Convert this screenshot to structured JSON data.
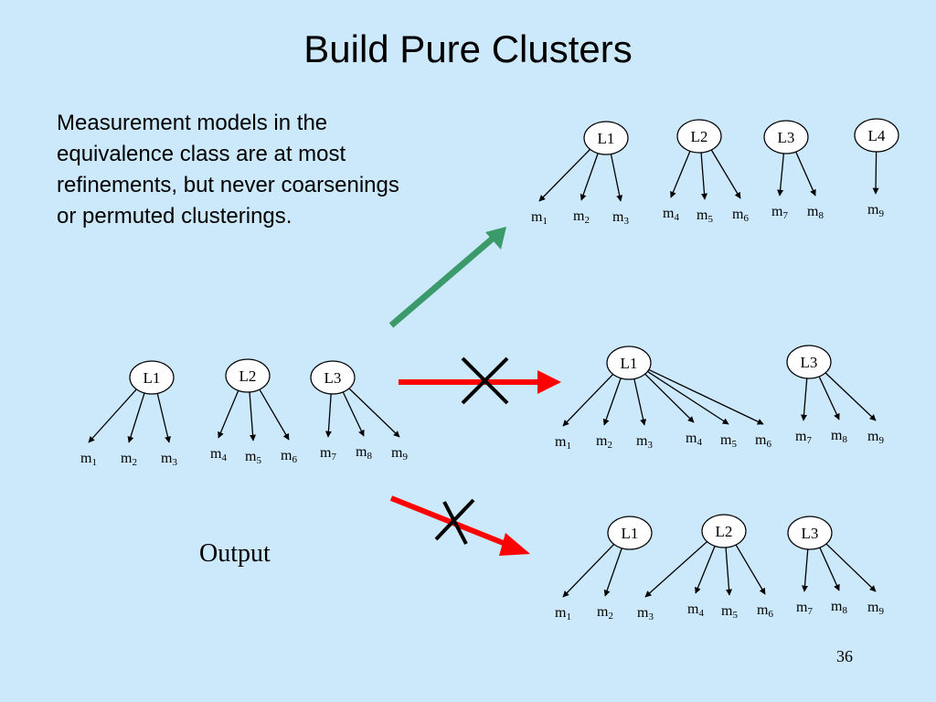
{
  "slide": {
    "title": "Build Pure Clusters",
    "body_text": "Measurement models in the equivalence class are at most refinements, but never coarsenings or permuted clusterings.",
    "output_label": "Output",
    "page_number": "36"
  },
  "colors": {
    "background": "#cce8fb",
    "valid_arrow": "#3a9a6a",
    "invalid_arrow": "#ff0000",
    "cross_mark": "#000000"
  },
  "models": [
    {
      "role": "output",
      "latents": [
        {
          "label": "L1",
          "measures": [
            "1",
            "2",
            "3"
          ]
        },
        {
          "label": "L2",
          "measures": [
            "4",
            "5",
            "6"
          ]
        },
        {
          "label": "L3",
          "measures": [
            "7",
            "8",
            "9"
          ]
        }
      ]
    },
    {
      "role": "refinement",
      "latents": [
        {
          "label": "L1",
          "measures": [
            "1",
            "2",
            "3"
          ]
        },
        {
          "label": "L2",
          "measures": [
            "4",
            "5",
            "6"
          ]
        },
        {
          "label": "L3",
          "measures": [
            "7",
            "8"
          ]
        },
        {
          "label": "L4",
          "measures": [
            "9"
          ]
        }
      ]
    },
    {
      "role": "coarsening",
      "latents": [
        {
          "label": "L1",
          "measures": [
            "1",
            "2",
            "3",
            "4",
            "5",
            "6"
          ]
        },
        {
          "label": "L3",
          "measures": [
            "7",
            "8",
            "9"
          ]
        }
      ]
    },
    {
      "role": "permuted",
      "latents": [
        {
          "label": "L1",
          "measures": [
            "1",
            "2"
          ]
        },
        {
          "label": "L2",
          "measures": [
            "3",
            "4",
            "5",
            "6"
          ]
        },
        {
          "label": "L3",
          "measures": [
            "7",
            "8",
            "9"
          ]
        }
      ]
    }
  ]
}
